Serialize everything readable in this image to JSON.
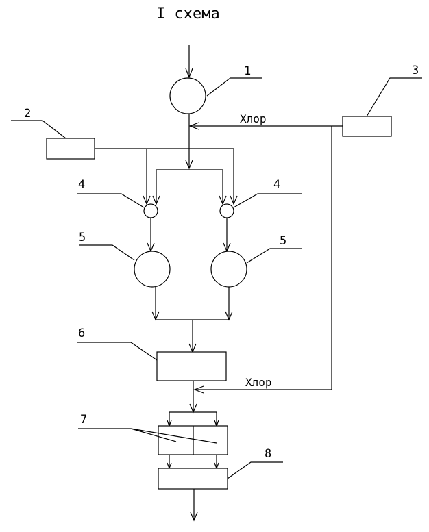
{
  "title": "I схема",
  "labels": {
    "n1": "1",
    "n2": "2",
    "n3": "3",
    "n4_left": "4",
    "n4_right": "4",
    "n5_left": "5",
    "n5_right": "5",
    "n6": "6",
    "n7": "7",
    "n8": "8"
  },
  "chlorine": {
    "top": "Хлор",
    "bottom": "Хлор"
  },
  "colors": {
    "stroke": "#000000",
    "background": "#ffffff"
  }
}
